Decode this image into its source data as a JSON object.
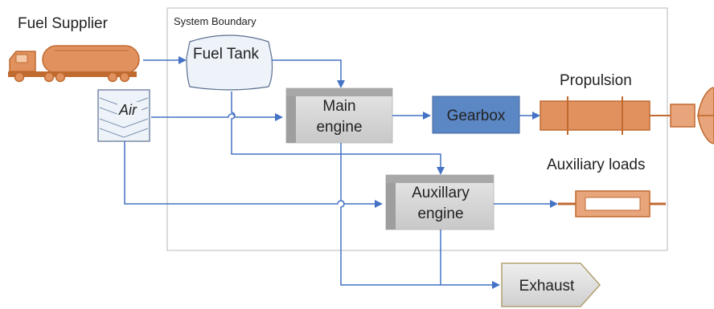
{
  "labels": {
    "fuel_supplier": "Fuel Supplier",
    "system_boundary": "System Boundary",
    "fuel_tank": "Fuel Tank",
    "air": "Air",
    "main_engine_line1": "Main",
    "main_engine_line2": "engine",
    "gearbox": "Gearbox",
    "propulsion": "Propulsion",
    "auxiliary_loads": "Auxiliary loads",
    "aux_engine_line1": "Auxillary",
    "aux_engine_line2": "engine",
    "exhaust": "Exhaust"
  },
  "colors": {
    "arrow": "#4472c4",
    "truck": "#e0915e",
    "truck_stroke": "#c06a30",
    "gearbox": "#5b87c5",
    "engine_fill": "#d6d6d6",
    "tank_fill": "#eef3fa",
    "boundary": "#b8b8b8"
  }
}
